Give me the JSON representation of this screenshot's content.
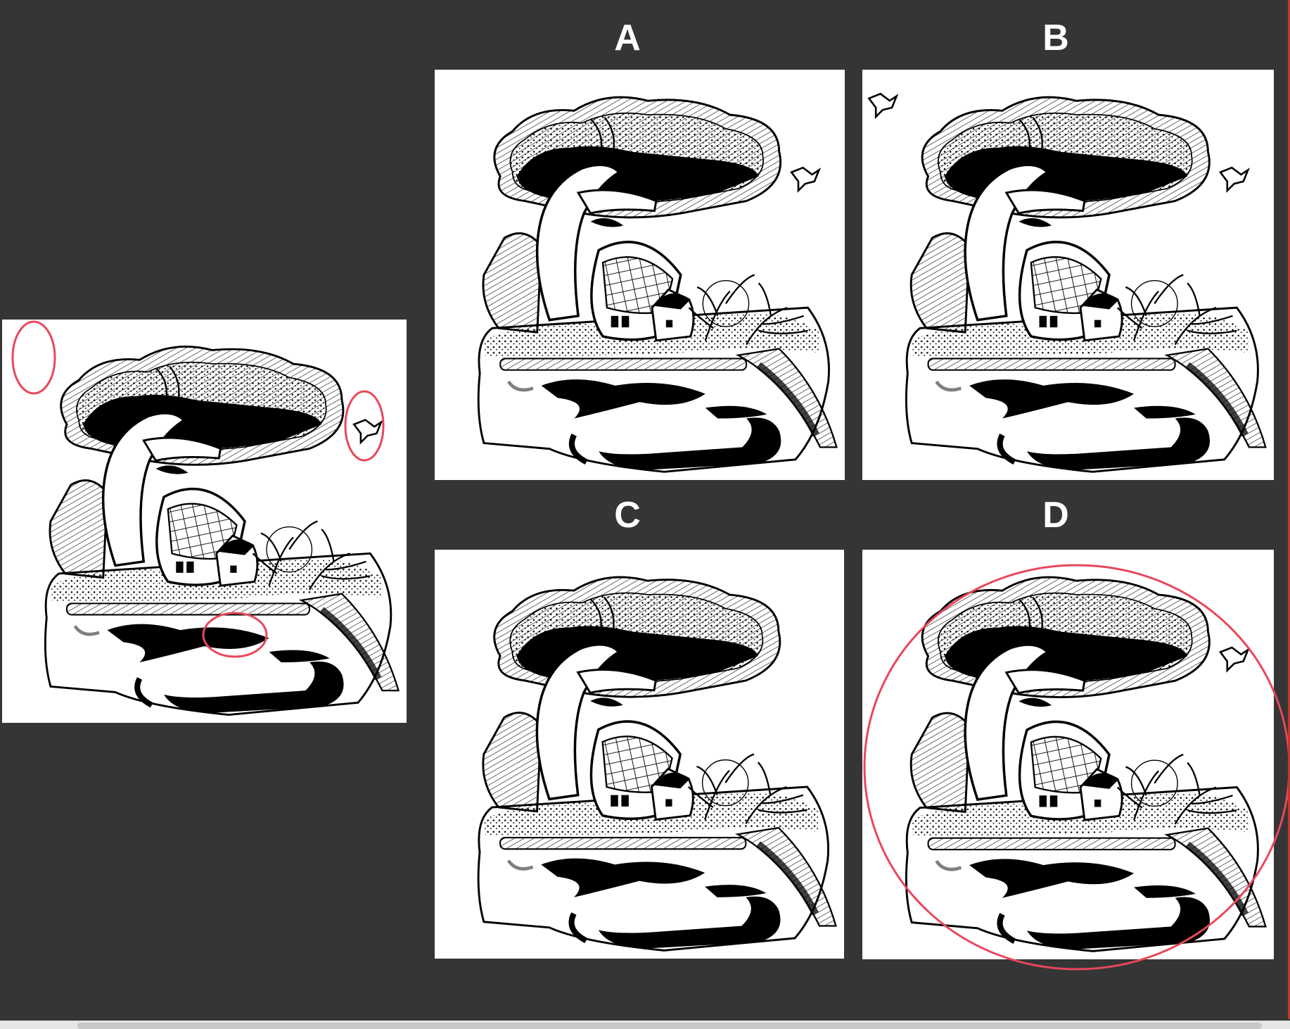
{
  "puzzle": {
    "options": [
      {
        "id": "A",
        "label": "A"
      },
      {
        "id": "B",
        "label": "B"
      },
      {
        "id": "C",
        "label": "C"
      },
      {
        "id": "D",
        "label": "D"
      }
    ],
    "highlight_color": "#e8485a"
  }
}
